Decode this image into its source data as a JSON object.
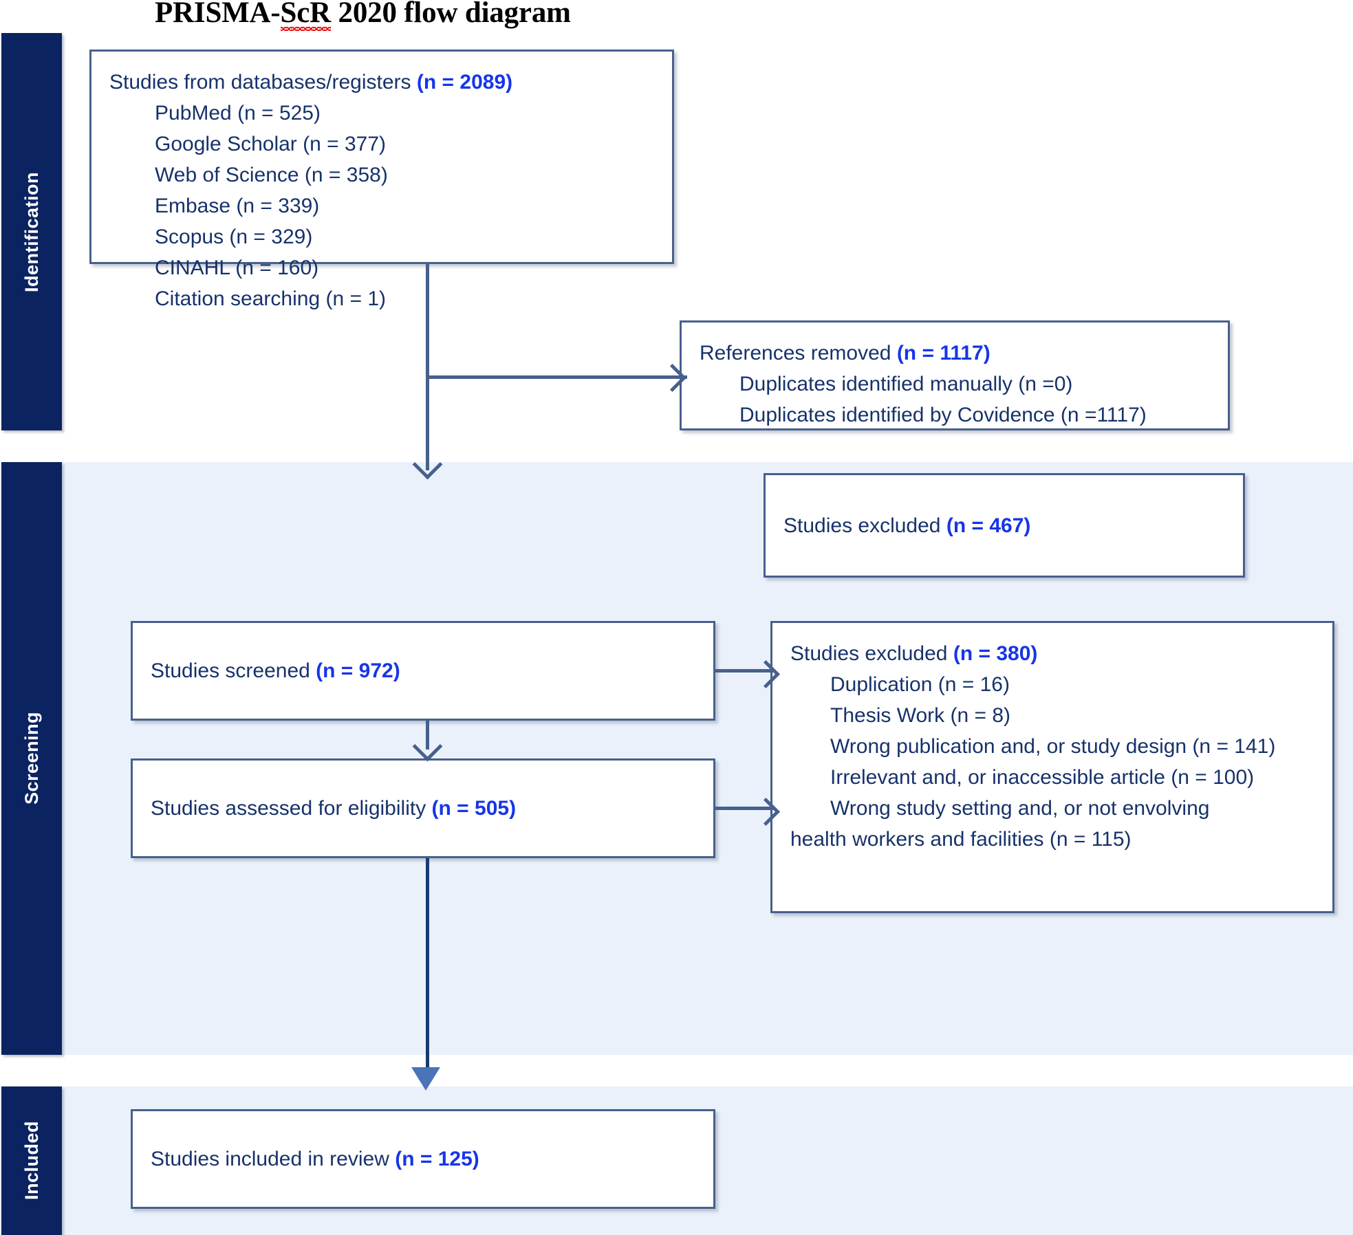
{
  "title": {
    "before": "PRISMA-",
    "misspelled": "ScR",
    "after": " 2020 flow diagram"
  },
  "colors": {
    "band_tab": "#0b2360",
    "band_bg": "#eaf1fb",
    "box_border": "#47608c",
    "text": "#17326b",
    "accent_number": "#1635e8",
    "spellcheck": "#e80000"
  },
  "bands": [
    {
      "id": "identification",
      "label": "Identification"
    },
    {
      "id": "screening",
      "label": "Screening"
    },
    {
      "id": "included",
      "label": "Included"
    }
  ],
  "boxes": {
    "identification": {
      "heading_text": "Studies from databases/registers ",
      "heading_count": "(n = 2089)",
      "sources": [
        "PubMed (n = 525)",
        "Google Scholar (n = 377)",
        "Web of Science (n = 358)",
        "Embase (n = 339)",
        "Scopus (n = 329)",
        "CINAHL (n = 160)",
        "Citation searching (n = 1)"
      ]
    },
    "references_removed": {
      "heading_text": "References removed ",
      "heading_count": "(n = 1117)",
      "details": [
        "Duplicates identified manually (n =0)",
        "Duplicates identified by Covidence (n =1117)"
      ]
    },
    "excluded_467": {
      "heading_text": "Studies excluded ",
      "heading_count": "(n = 467)"
    },
    "screened": {
      "heading_text": "Studies screened ",
      "heading_count": "(n = 972)"
    },
    "eligibility": {
      "heading_text": "Studies assessed for eligibility ",
      "heading_count": "(n = 505)"
    },
    "excluded_380": {
      "heading_text": "Studies excluded ",
      "heading_count": "(n = 380)",
      "reasons": [
        "Duplication (n = 16)",
        "Thesis Work (n = 8)",
        "Wrong publication and, or study design (n = 141)",
        "Irrelevant and, or inaccessible article (n = 100)",
        "Wrong study setting and, or not envolving"
      ],
      "reason_wrap": "health workers and facilities (n = 115)"
    },
    "included": {
      "heading_text": "Studies included in review ",
      "heading_count": "(n = 125)"
    }
  },
  "chart_data": {
    "type": "diagram",
    "title": "PRISMA-ScR 2020 flow diagram",
    "stages": [
      {
        "stage": "Identification",
        "nodes": [
          {
            "label": "Studies from databases/registers",
            "n": 2089,
            "breakdown": [
              {
                "label": "PubMed",
                "n": 525
              },
              {
                "label": "Google Scholar",
                "n": 377
              },
              {
                "label": "Web of Science",
                "n": 358
              },
              {
                "label": "Embase",
                "n": 339
              },
              {
                "label": "Scopus",
                "n": 329
              },
              {
                "label": "CINAHL",
                "n": 160
              },
              {
                "label": "Citation searching",
                "n": 1
              }
            ]
          },
          {
            "label": "References removed",
            "n": 1117,
            "breakdown": [
              {
                "label": "Duplicates identified manually",
                "n": 0
              },
              {
                "label": "Duplicates identified by Covidence",
                "n": 1117
              }
            ]
          }
        ]
      },
      {
        "stage": "Screening",
        "nodes": [
          {
            "label": "Studies excluded",
            "n": 467
          },
          {
            "label": "Studies screened",
            "n": 972
          },
          {
            "label": "Studies assessed for eligibility",
            "n": 505
          },
          {
            "label": "Studies excluded",
            "n": 380,
            "breakdown": [
              {
                "label": "Duplication",
                "n": 16
              },
              {
                "label": "Thesis Work",
                "n": 8
              },
              {
                "label": "Wrong publication and, or study design",
                "n": 141
              },
              {
                "label": "Irrelevant and, or inaccessible article",
                "n": 100
              },
              {
                "label": "Wrong study setting and, or not envolving health workers and facilities",
                "n": 115
              }
            ]
          }
        ]
      },
      {
        "stage": "Included",
        "nodes": [
          {
            "label": "Studies included in review",
            "n": 125
          }
        ]
      }
    ]
  }
}
